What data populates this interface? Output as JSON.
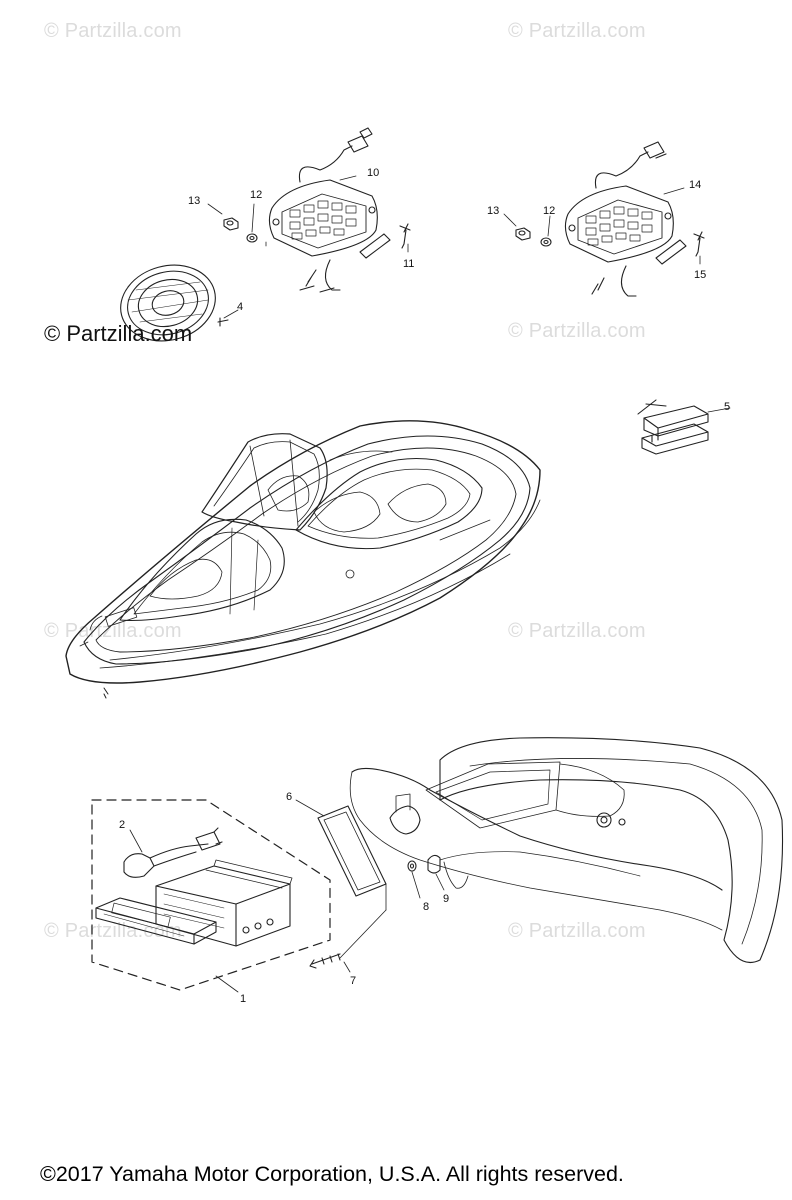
{
  "watermarks": {
    "light": "© Partzilla.com",
    "dark": "© Partzilla.com"
  },
  "callouts": {
    "c1": "1",
    "c2": "2",
    "c4": "4",
    "c5": "5",
    "c6": "6",
    "c7": "7",
    "c8": "8",
    "c9": "9",
    "c10": "10",
    "c11": "11",
    "c12a": "12",
    "c12b": "12",
    "c13a": "13",
    "c13b": "13",
    "c14": "14",
    "c15": "15"
  },
  "footer": {
    "copyright": "©2017  Yamaha Motor Corporation, U.S.A. All rights reserved."
  }
}
